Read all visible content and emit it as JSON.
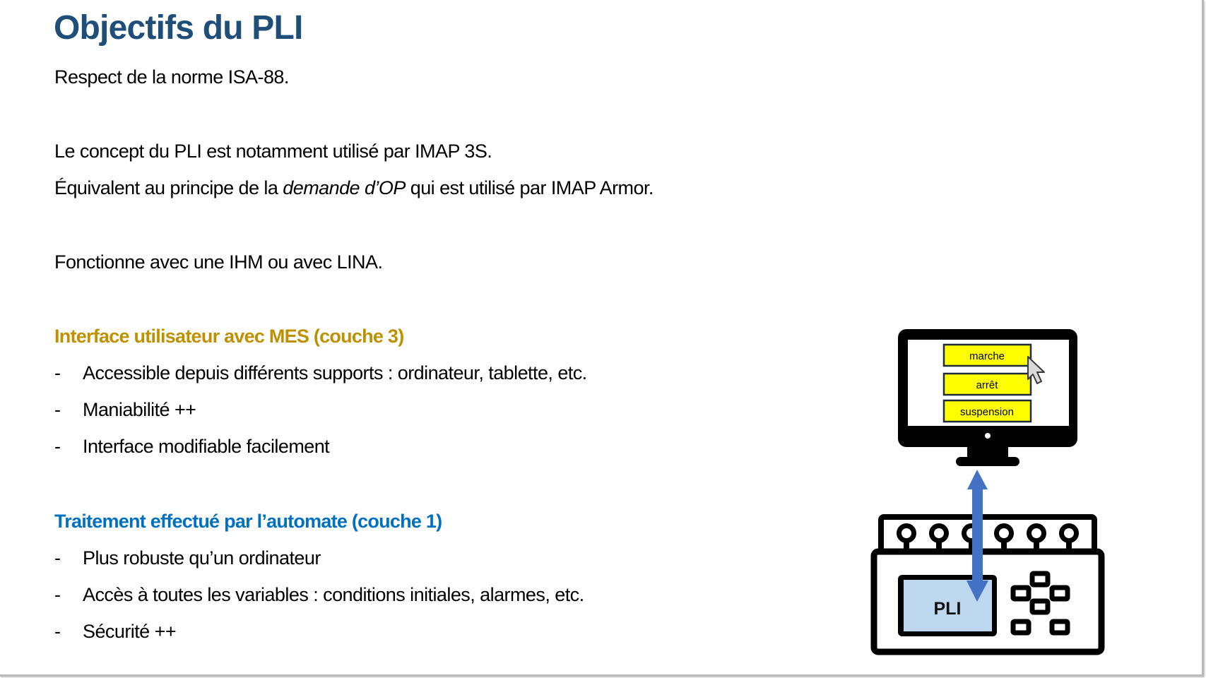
{
  "slide": {
    "title": "Objectifs du PLI",
    "colors": {
      "title": "#1F4E79",
      "heading_mes": "#BF9000",
      "heading_automate": "#0070C0",
      "arrow": "#4472C4",
      "hmi_button": "#FFFF00",
      "pli_screen": "#BDD7EE"
    },
    "intro": {
      "line1": "Respect de la norme ISA-88.",
      "line2": "Le concept du PLI est notamment utilisé par IMAP 3S.",
      "line3": {
        "before": "Équivalent au principe de la ",
        "italic": "demande d’OP",
        "after": " qui est utilisé par IMAP Armor."
      },
      "line4": "Fonctionne avec une IHM ou avec LINA."
    },
    "sections": [
      {
        "heading": "Interface utilisateur avec MES (couche 3)",
        "bullet_marker": "-",
        "bullets": [
          "Accessible depuis différents supports : ordinateur, tablette, etc.",
          "Maniabilité ++",
          "Interface modifiable facilement"
        ]
      },
      {
        "heading": "Traitement effectué par l’automate (couche 1)",
        "bullet_marker": "-",
        "bullets": [
          "Plus robuste qu’un ordinateur",
          "Accès à toutes les variables : conditions initiales, alarmes, etc.",
          "Sécurité ++"
        ]
      }
    ]
  },
  "diagram": {
    "hmi_buttons": [
      "marche",
      "arrêt",
      "suspension"
    ],
    "plc_label": "PLI",
    "icons": {
      "monitor": "monitor-icon",
      "cursor": "mouse-pointer-icon",
      "arrow": "bidirectional-arrow-icon",
      "plc": "plc-controller-icon"
    }
  }
}
